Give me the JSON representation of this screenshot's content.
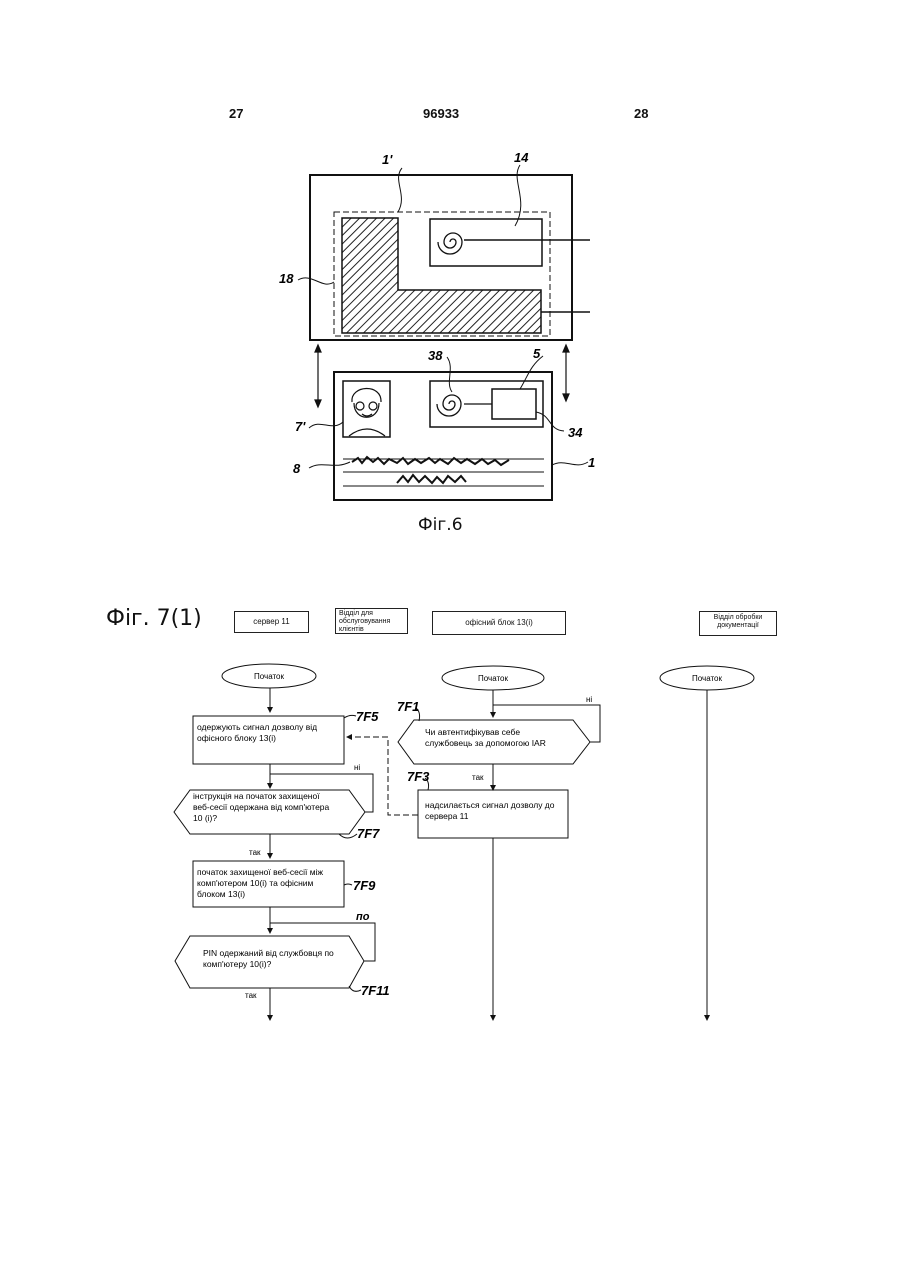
{
  "header": {
    "left_page": "27",
    "patent_number": "96933",
    "right_page": "28"
  },
  "figure6": {
    "caption": "Фіг.6",
    "refs": {
      "r1p": "1'",
      "r14": "14",
      "r18": "18",
      "r38": "38",
      "r5": "5",
      "r7p": "7'",
      "r34": "34",
      "r8": "8",
      "r1": "1"
    }
  },
  "figure7": {
    "title": "Фіг. 7(1)",
    "lanes": [
      "сервер 11",
      "Відділ для обслуговування клієнтів",
      "офісний блок 13(i)",
      "Відділ обробки документації"
    ],
    "start_labels": [
      "Початок",
      "Початок",
      "Початок"
    ],
    "steps": {
      "f5": {
        "ref": "7F5",
        "text": [
          "одержують сигнал дозволу від",
          "офісного блоку 13(i)"
        ]
      },
      "f7": {
        "ref": "7F7",
        "text": [
          "інструкція на початок захищеної",
          "веб-сесії одержана від комп'ютера",
          "10 (i)?"
        ]
      },
      "f9": {
        "ref": "7F9",
        "text": [
          "початок захищеної веб-сесії між",
          "комп'ютером 10(i) та офісним",
          "блоком 13(i)"
        ]
      },
      "f11": {
        "ref": "7F11",
        "text": [
          "PIN одержаний від службовця по",
          "комп'ютеру 10(i)?"
        ]
      },
      "f1": {
        "ref": "7F1",
        "text": [
          "Чи автентифікував себе",
          "службовець за допомогою IAR"
        ]
      },
      "f3": {
        "ref": "7F3",
        "text": [
          "надсилається сигнал дозволу до",
          "сервера 11"
        ]
      }
    },
    "branch_labels": {
      "no1": "ні",
      "no2": "ні",
      "no3": "по",
      "yes1": "так",
      "yes2": "так",
      "yes3": "так"
    }
  }
}
